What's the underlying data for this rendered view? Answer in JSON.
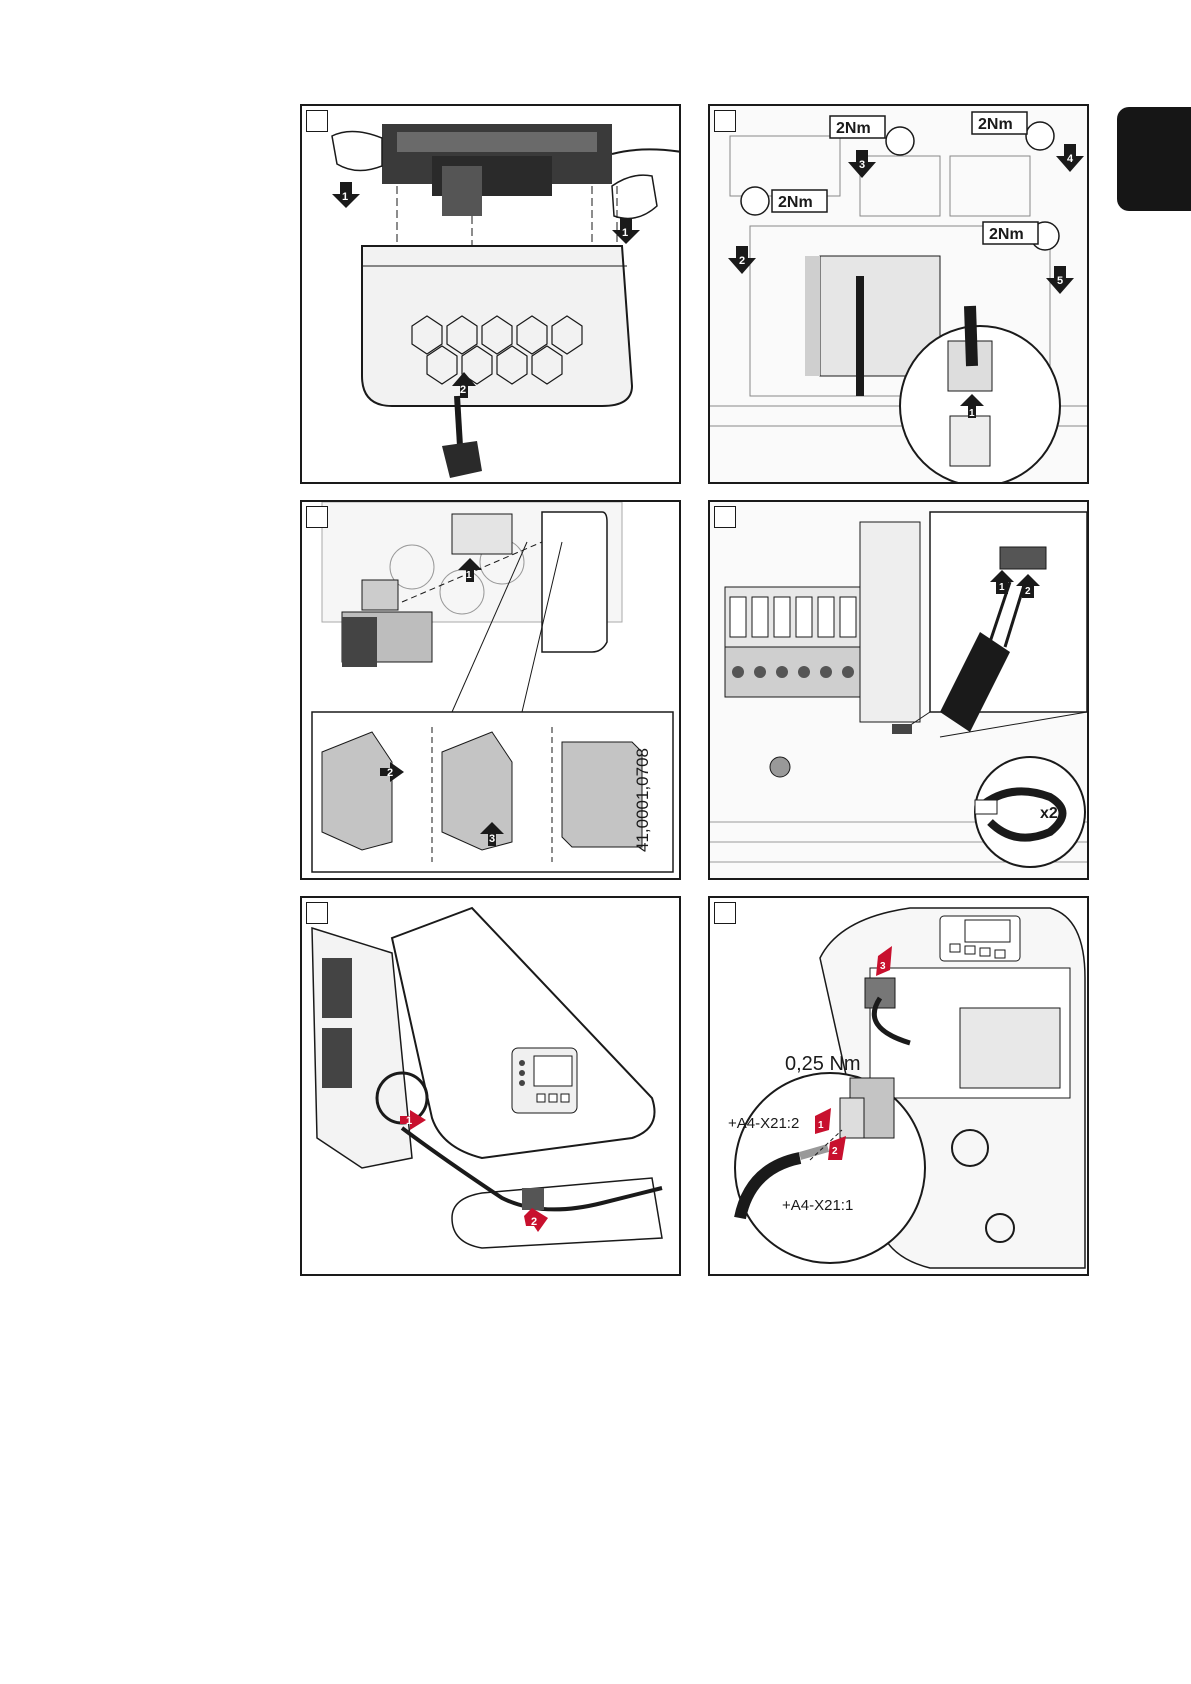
{
  "panels": {
    "p4": {
      "torque_a": "2Nm",
      "torque_b": "2Nm",
      "torque_c": "2Nm",
      "torque_d": "2Nm"
    },
    "p5": {
      "part_number": "41,0001,0708"
    },
    "p6": {
      "count": "x2"
    },
    "p8": {
      "torque": "0,25 Nm",
      "terminal_2": "+A4-X21:2",
      "terminal_1": "+A4-X21:1"
    }
  },
  "steps": {
    "s1": "1",
    "s2": "2",
    "s3": "3",
    "s4": "4",
    "s5": "5"
  },
  "colors": {
    "accent_red": "#c8102e",
    "arrow_black": "#1a1a1a",
    "panel_gray": "#bdbdbd",
    "tab_black": "#161616"
  }
}
